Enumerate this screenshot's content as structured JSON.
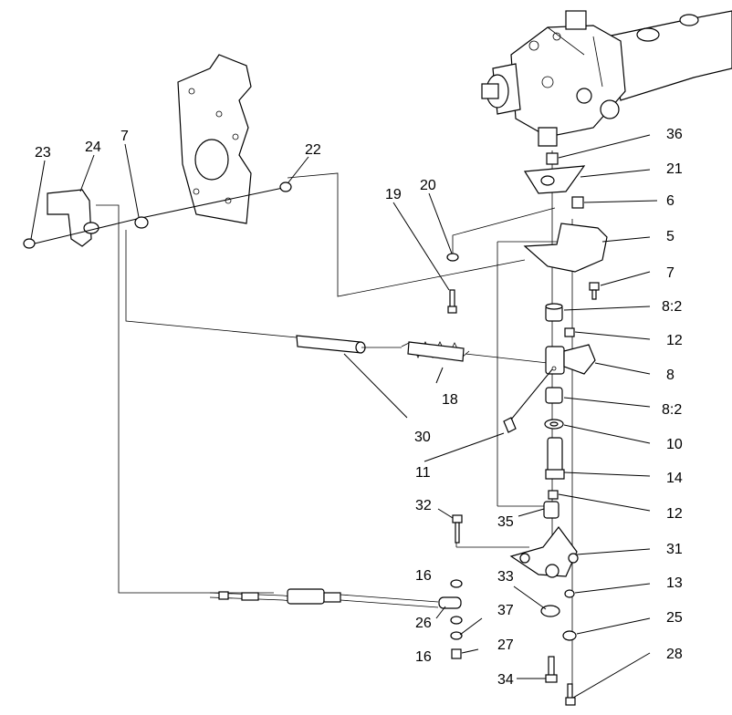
{
  "callouts": {
    "c23": "23",
    "c24": "24",
    "c7a": "7",
    "c22": "22",
    "c19": "19",
    "c20": "20",
    "c36": "36",
    "c21": "21",
    "c6": "6",
    "c5": "5",
    "c7b": "7",
    "c8_2a": "8:2",
    "c12a": "12",
    "c8": "8",
    "c8_2b": "8:2",
    "c10": "10",
    "c14": "14",
    "c12b": "12",
    "c30": "30",
    "c18": "18",
    "c11": "11",
    "c32": "32",
    "c35": "35",
    "c31": "31",
    "c16a": "16",
    "c33": "33",
    "c13": "13",
    "c26": "26",
    "c37": "37",
    "c25": "25",
    "c16b": "16",
    "c27": "27",
    "c28": "28",
    "c34": "34"
  }
}
